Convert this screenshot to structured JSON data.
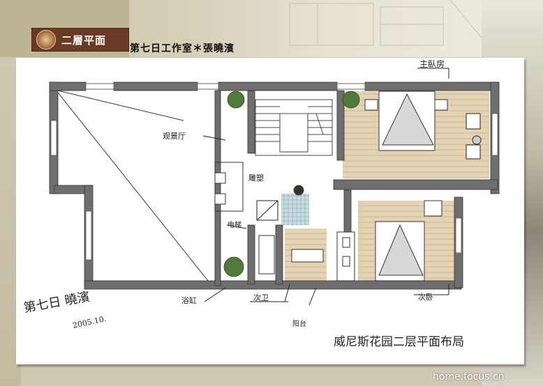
{
  "header": {
    "badge_label": "二層平面",
    "studio_title": "第七日工作室＊張曉濱"
  },
  "plan_labels": {
    "master_bedroom": "主臥房",
    "view_hall": "观景厅",
    "sculpture": "雕塑",
    "elevator": "电梯",
    "bathroom": "浴缸",
    "secondary_wc": "次卫",
    "balcony": "阳台",
    "secondary_bedroom": "次卧",
    "plan_title": "威尼斯花园二层平面布局",
    "signature_name": "第七日 曉濱",
    "signature_date": "2005.10."
  },
  "watermark": "home.focus.cn",
  "colors": {
    "badge_bg": "#6b3a24",
    "wall": "#6e6e6e",
    "floor_wood": "#e3d3b3",
    "plant": "#4f7a3a"
  }
}
